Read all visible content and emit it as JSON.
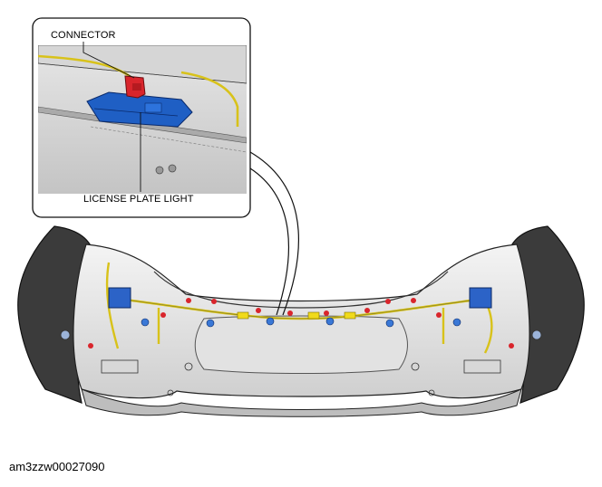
{
  "callouts": {
    "connector": "CONNECTOR",
    "license_plate_light": "LICENSE PLATE LIGHT"
  },
  "figure_code": "am3zzw00027090",
  "colors": {
    "connector": "#d9252c",
    "light_body": "#1f5fc4",
    "harness": "#e3d11c",
    "bumper_dark": "#3a3a3a",
    "bumper_light": "#e9e9e9"
  }
}
